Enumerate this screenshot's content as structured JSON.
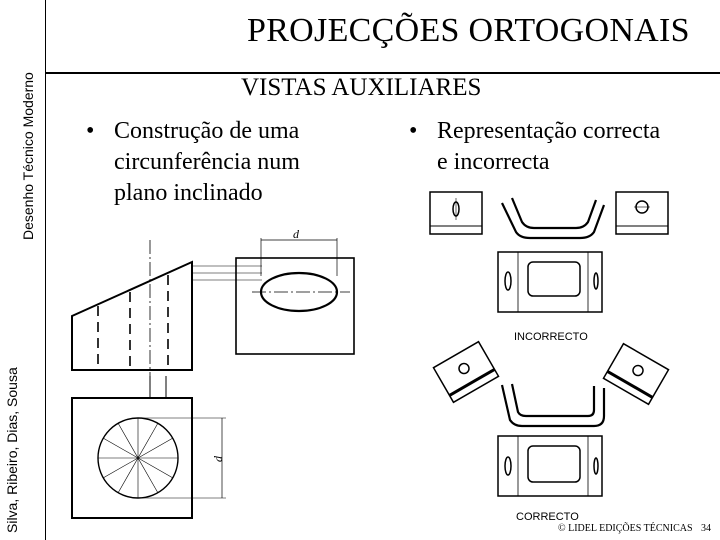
{
  "sidebar": {
    "top_text": "Desenho Técnico Moderno",
    "bottom_text": "Silva, Ribeiro, Dias, Sousa"
  },
  "title": "PROJECÇÕES ORTOGONAIS",
  "subtitle": "VISTAS AUXILIARES",
  "bullets": [
    {
      "symbol": "•",
      "lines": [
        "Construção de uma",
        "circunferência num",
        "plano inclinado"
      ]
    },
    {
      "symbol": "•",
      "lines": [
        "Representação correcta",
        "e incorrecta"
      ]
    }
  ],
  "figure_left": {
    "dim_label_top": "d",
    "dim_label_side": "d"
  },
  "figure_right": {
    "label_incorrect": "INCORRECTO",
    "label_correct": "CORRECTO"
  },
  "footer": {
    "copyright": "© LIDEL EDIÇÕES TÉCNICAS",
    "page": "34"
  }
}
